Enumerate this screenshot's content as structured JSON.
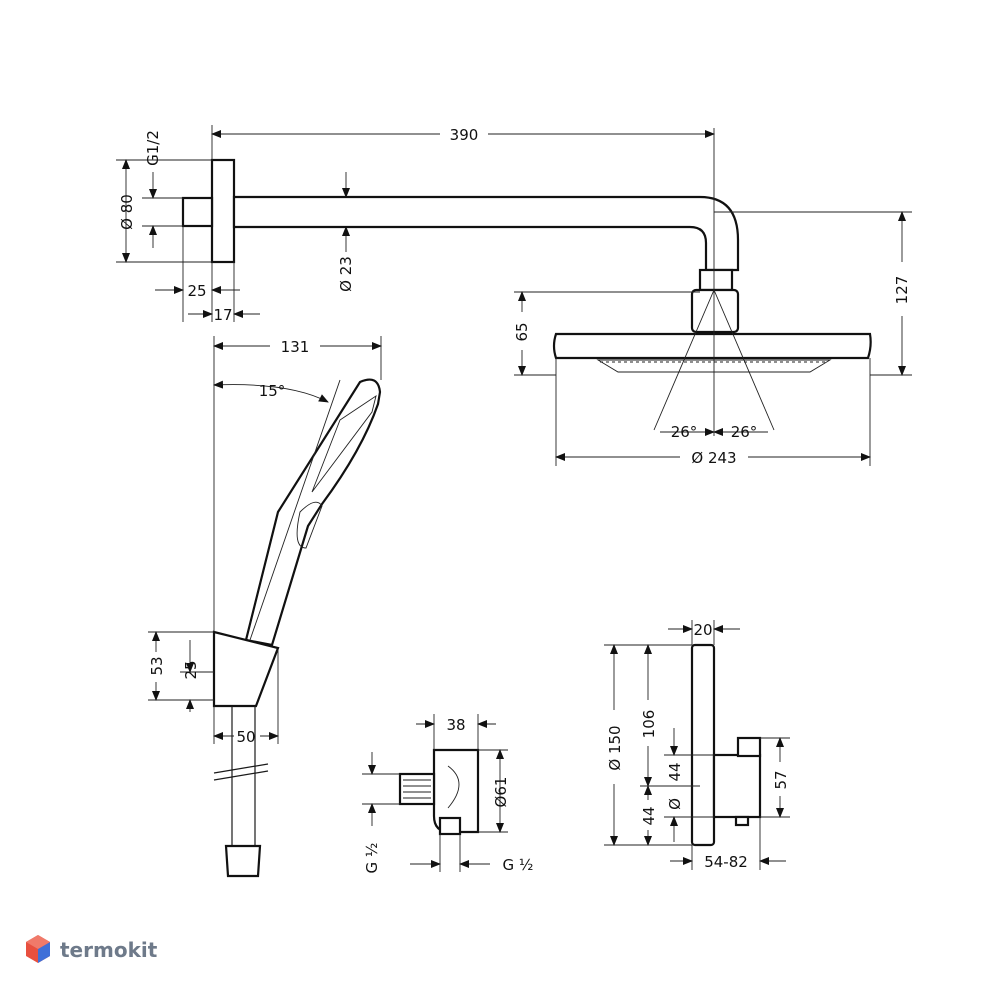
{
  "dimensions": {
    "arm_length": "390",
    "thread_top": "G1/2",
    "flange_dia": "Ø 80",
    "arm_dia": "Ø 23",
    "offset_25": "25",
    "offset_17": "17",
    "head_drop": "127",
    "head_height": "65",
    "head_dia": "Ø 243",
    "angle_left": "26°",
    "angle_right": "26°",
    "hand_reach": "131",
    "hand_angle": "15°",
    "holder_height": "53",
    "holder_sub": "25",
    "holder_width": "50",
    "elbow_width": "38",
    "elbow_dia": "Ø61",
    "thread_left": "G ½",
    "thread_right": "G ½",
    "valve_plate": "20",
    "valve_height": "Ø 150",
    "valve_106": "106",
    "valve_44a": "44",
    "valve_44b": "44",
    "valve_dia_sym": "Ø",
    "valve_57": "57",
    "valve_depth": "54-82"
  },
  "watermark": {
    "text": "termokit",
    "colors": {
      "red": "#e8503f",
      "blue": "#3f6fd8",
      "grey": "#6e7a8a"
    }
  }
}
